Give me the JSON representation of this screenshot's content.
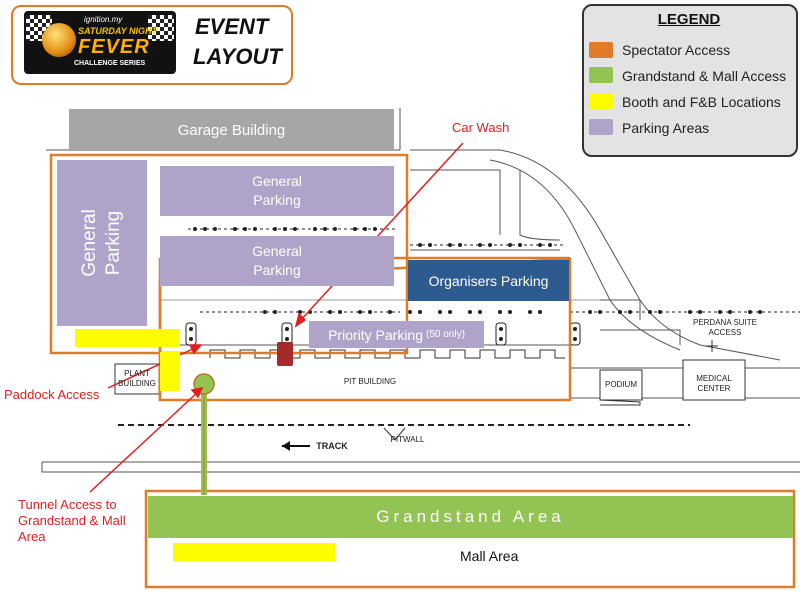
{
  "header": {
    "logo_brand": "ignition.my",
    "logo_line1": "SATURDAY NIGHT",
    "logo_line2": "FEVER",
    "logo_line3": "CHALLENGE SERIES",
    "title_line1": "EVENT",
    "title_line2": "LAYOUT"
  },
  "legend": {
    "title": "LEGEND",
    "items": [
      {
        "label": "Spectator Access",
        "color": "#e07b28"
      },
      {
        "label": "Grandstand & Mall Access",
        "color": "#92c353"
      },
      {
        "label": "Booth and F&B Locations",
        "color": "#fdfd00"
      },
      {
        "label": "Parking Areas",
        "color": "#b0a3c9"
      }
    ]
  },
  "buildings": {
    "garage": "Garage Building",
    "plant": "PLANT\nBUILDING",
    "pit": "PIT BUILDING",
    "podium": "PODIUM",
    "medical": "MEDICAL\nCENTER",
    "perdana": "PERDANA SUITE\nACCESS",
    "pitwall": "PITWALL",
    "track": "TRACK"
  },
  "parking": {
    "left": "General\nParking",
    "top": "General\nParking",
    "middle": "General\nParking",
    "organisers": "Organisers Parking",
    "priority": "Priority Parking",
    "priority_note": "(50 only)"
  },
  "annotations": {
    "car_wash": "Car Wash",
    "paddock_access": "Paddock Access",
    "tunnel_access": "Tunnel Access to\nGrandstand & Mall\nArea"
  },
  "areas": {
    "grandstand": "Grandstand Area",
    "mall": "Mall Area"
  },
  "colors": {
    "orange": "#e07b28",
    "green": "#92c353",
    "yellow": "#fdfd00",
    "purple": "#b0a3c9",
    "blue": "#2e5b8f",
    "garage_gray": "#a6a6a6",
    "red": "#e02020"
  }
}
